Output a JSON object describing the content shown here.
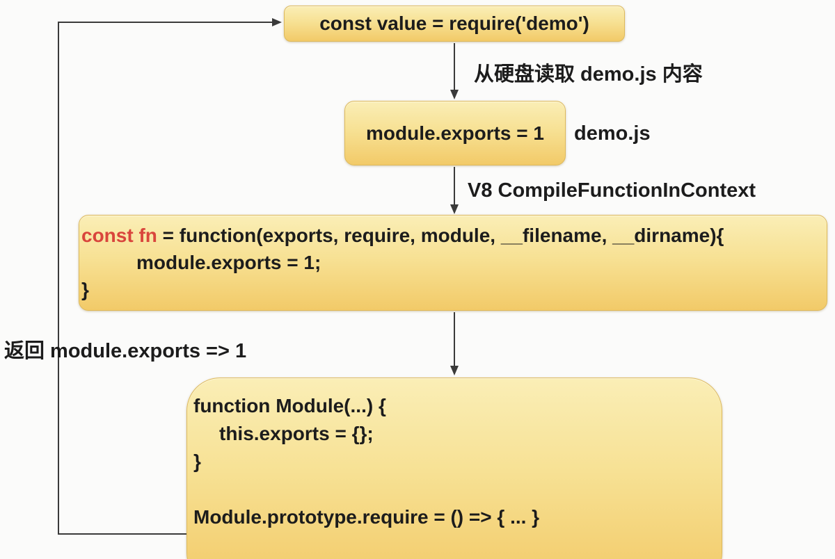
{
  "colors": {
    "background": "#fbfbfa",
    "box_gradient_top": "#faeeb6",
    "box_gradient_mid": "#f7e194",
    "box_gradient_bottom": "#f2ca68",
    "box_border": "#ddb95c",
    "line": "#3a3a3a",
    "text": "#1c1c1c",
    "keyword_red": "#d9453c"
  },
  "nodes": {
    "require_call": {
      "code": "const value = require('demo')"
    },
    "demo_module": {
      "code": "module.exports = 1",
      "file_label": "demo.js"
    },
    "compiled_fn": {
      "line1_keyword": "const fn",
      "line1_rest": " = function(exports, require, module, __filename, __dirname){",
      "line2": "module.exports = 1;",
      "line3": "}"
    },
    "module_class": {
      "line1": "function Module(...) {",
      "line2": "this.exports = {};",
      "line3": "}",
      "line4": "Module.prototype.require = () => { ... }"
    }
  },
  "edges": {
    "read_from_disk": "从硬盘读取 demo.js 内容",
    "v8_compile": "V8 CompileFunctionInContext",
    "return_value": "返回 module.exports => 1"
  }
}
